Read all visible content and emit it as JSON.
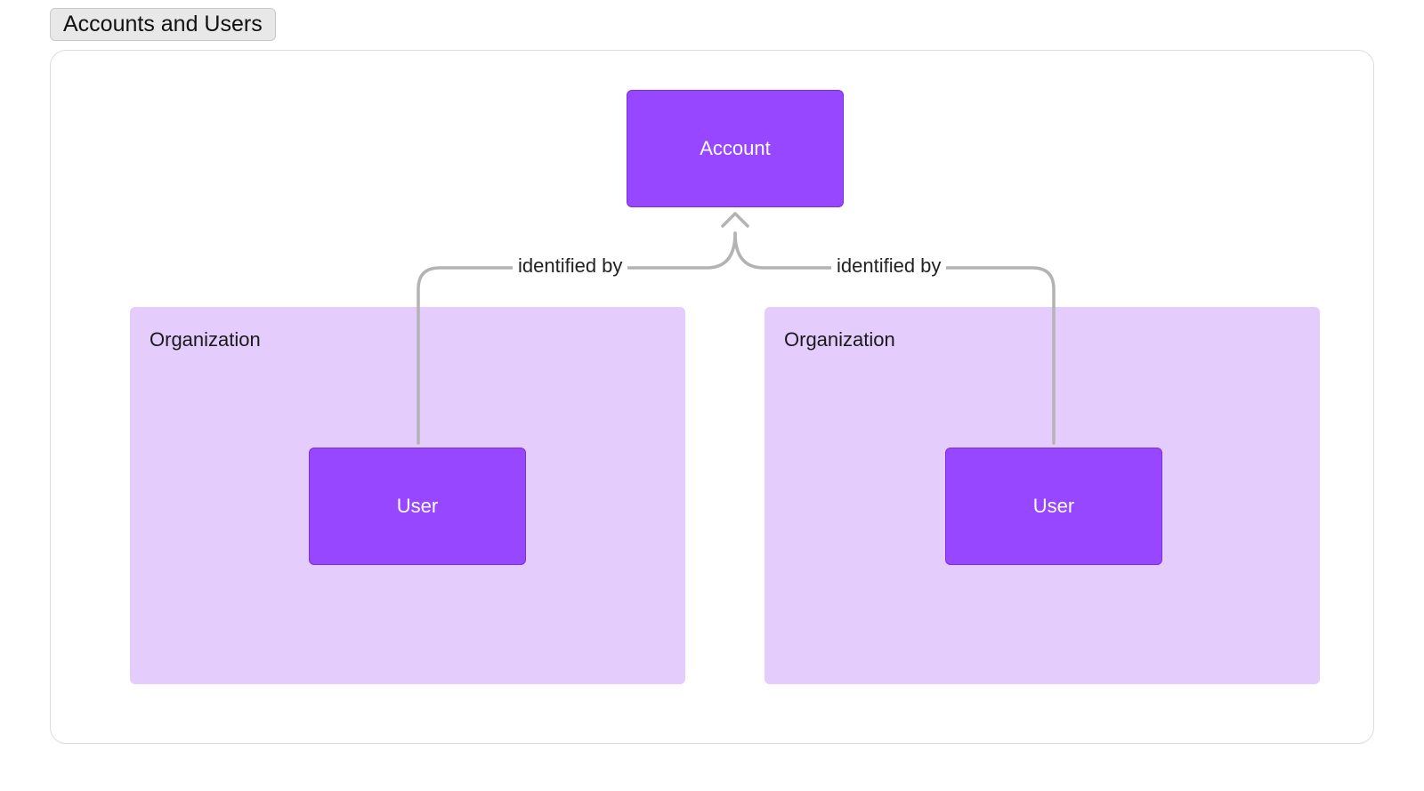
{
  "header": {
    "title": "Accounts and Users"
  },
  "diagram": {
    "account": {
      "label": "Account"
    },
    "organizations": [
      {
        "label": "Organization",
        "user_label": "User"
      },
      {
        "label": "Organization",
        "user_label": "User"
      }
    ],
    "edges": [
      {
        "from": "User",
        "to": "Account",
        "label": "identified by"
      },
      {
        "from": "User",
        "to": "Account",
        "label": "identified by"
      }
    ]
  },
  "colors": {
    "node_fill": "#9747ff",
    "group_fill": "#e4ccfd",
    "connector": "#b3b3b3",
    "frame_border": "#dcdcdc"
  }
}
